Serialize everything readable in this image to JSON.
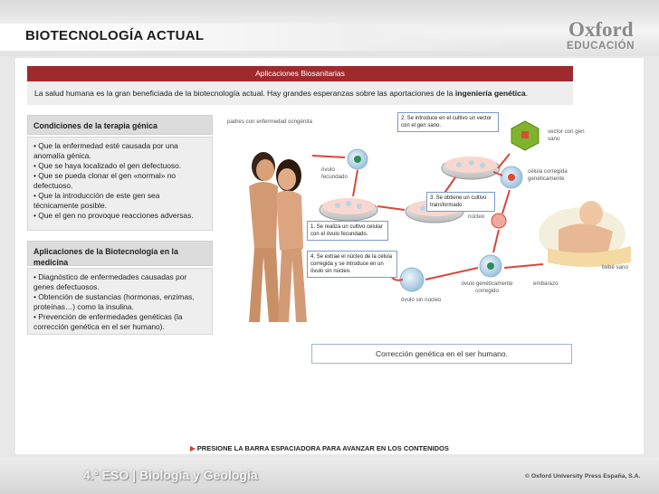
{
  "page": {
    "title": "BIOTECNOLOGÍA ACTUAL",
    "logo": {
      "line1": "Oxford",
      "line2": "EDUCACIÓN"
    }
  },
  "section": {
    "header": "Aplicaciones Biosanitarias",
    "intro_prefix": "La salud humana es la gran beneficiada de la biotecnología actual. Hay grandes esperanzas sobre las aportaciones de la",
    "intro_bold": "ingeniería genética",
    "intro_suffix": "."
  },
  "gene_therapy": {
    "title": "Condiciones de la terapia génica",
    "items": [
      "• Que la enfermedad esté causada por una anomalía génica.",
      "• Que se haya localizado el gen defectuoso.",
      "• Que se pueda clonar el gen «normal» no defectuoso.",
      "• Que la introducción de este gen sea técnicamente posible.",
      "• Que el gen no provoque reacciones adversas."
    ]
  },
  "medicine": {
    "title": "Aplicaciones de la Biotecnología en la medicina",
    "items": [
      "• Diagnóstico de enfermedades causadas por genes defectuosos.",
      "• Obtención de sustancias (hormonas, enzimas, proteínas…) como la insulina.",
      "• Prevención de enfermedades genéticas (la corrección genética en el ser humano)."
    ]
  },
  "diagram": {
    "parents": "padres con enfermedad congénita",
    "ovulo_fecundado": "óvulo fecundado",
    "vector": "vector con gen sano",
    "celula": "célula corregida genéticamente",
    "nucleo": "núcleo",
    "ovulo_corregido": "óvulo genéticamente corregido",
    "ovulo_sin_nucleo": "óvulo sin núcleo",
    "embarazo": "embarazo",
    "bebe": "bebé sano",
    "step1": "1. Se realiza un cultivo celular con el óvulo fecundado.",
    "step2": "2. Se introduce en el cultivo un vector con el gen sano.",
    "step3": "3. Se obtiene un cultivo transformado.",
    "step4": "4. Se extrae el núcleo de la célula corregida y se introduce en un óvulo sin núcleo.",
    "caption": "Corrección genética en el ser humano."
  },
  "footer": {
    "press": "PRESIONE LA BARRA ESPACIADORA PARA AVANZAR EN LOS CONTENIDOS",
    "course": "4.º ESO | Biología y Geología",
    "copyright": "© Oxford University Press España, S.A."
  },
  "colors": {
    "header": "#9f2a2d",
    "hexagon": "#7fb32b",
    "arrow": "#d8463a"
  },
  "icons": {
    "press_arrow": "play-arrow-icon"
  }
}
